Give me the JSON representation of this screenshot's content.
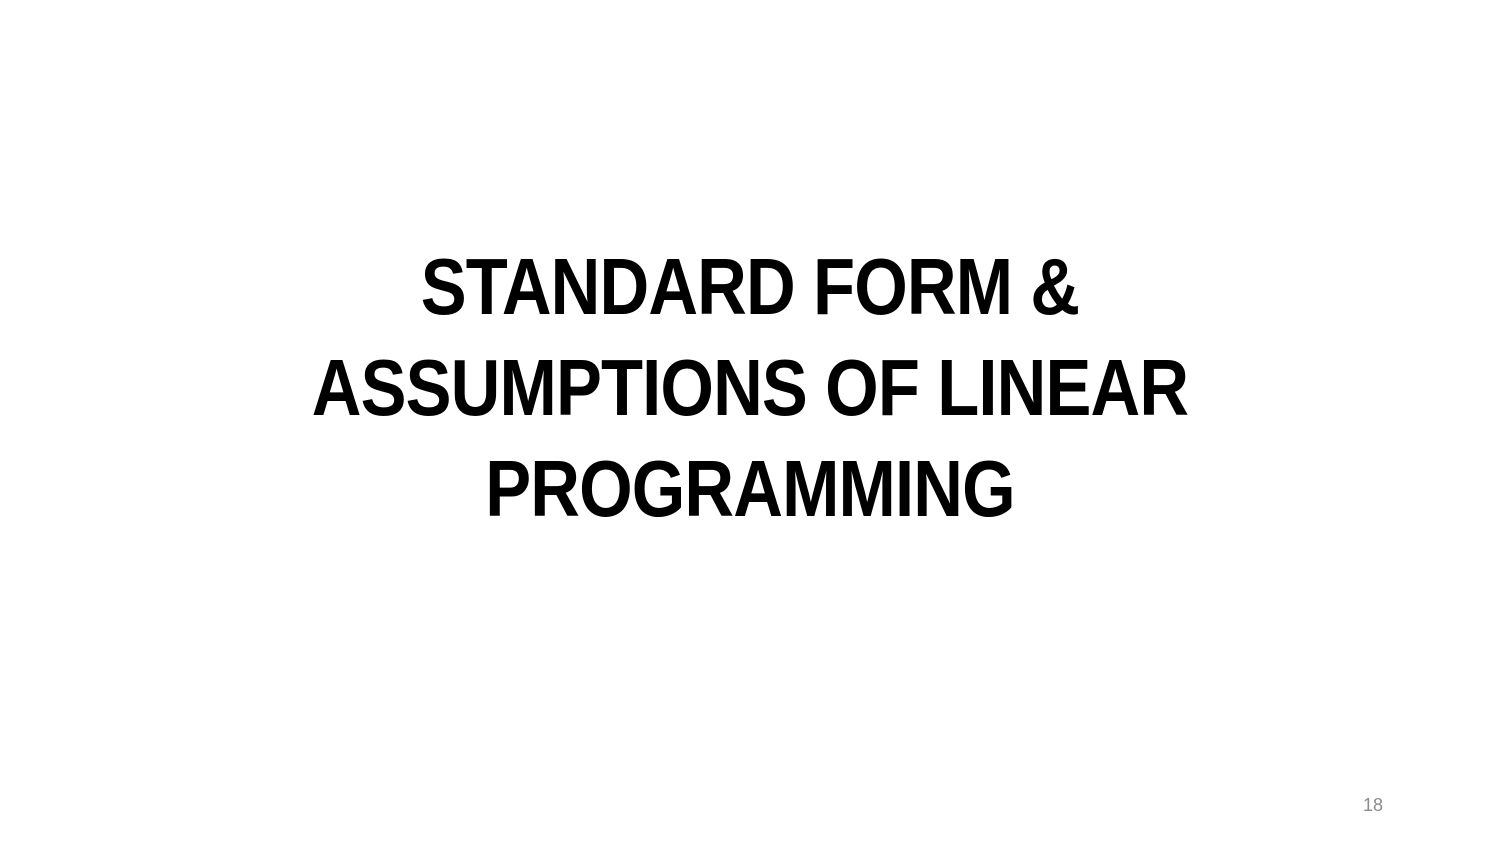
{
  "slide": {
    "title_lines": [
      "STANDARD FORM &",
      "ASSUMPTIONS OF LINEAR",
      "PROGRAMMING"
    ],
    "page_number": "18"
  }
}
